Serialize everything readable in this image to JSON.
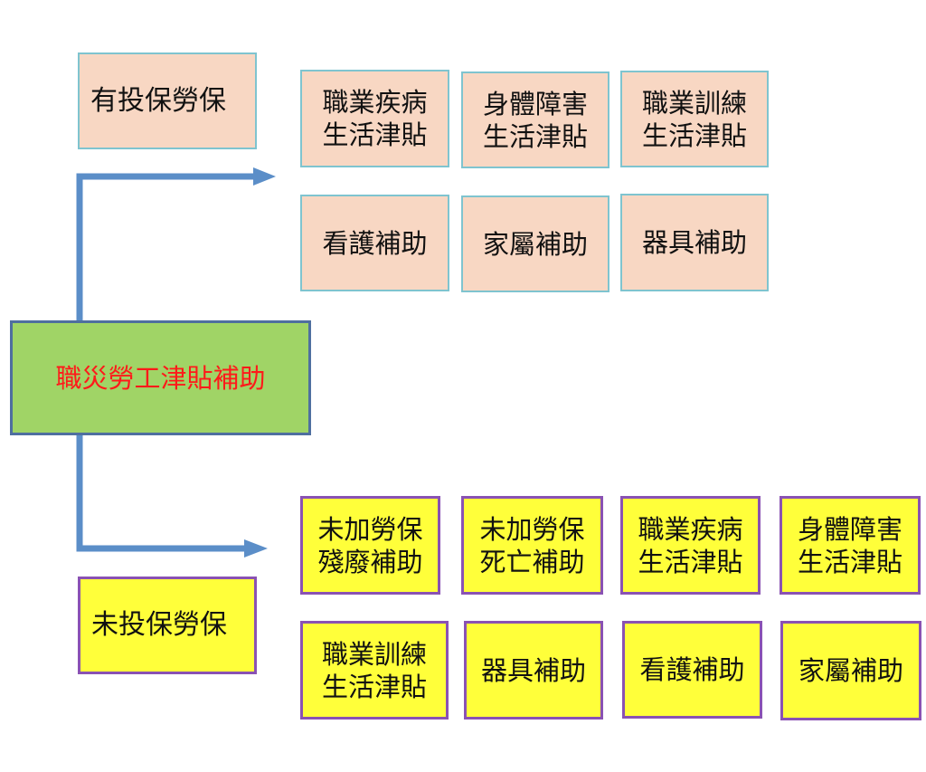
{
  "center": {
    "label": "職災勞工津貼補助"
  },
  "insured": {
    "label": "有投保勞保",
    "items": [
      {
        "line1": "職業疾病",
        "line2": "生活津貼"
      },
      {
        "line1": "身體障害",
        "line2": "生活津貼"
      },
      {
        "line1": "職業訓練",
        "line2": "生活津貼"
      },
      {
        "line1": "看護補助",
        "line2": ""
      },
      {
        "line1": "家屬補助",
        "line2": ""
      },
      {
        "line1": "器具補助",
        "line2": ""
      }
    ]
  },
  "uninsured": {
    "label": "未投保勞保",
    "items": [
      {
        "line1": "未加勞保",
        "line2": "殘廢補助"
      },
      {
        "line1": "未加勞保",
        "line2": "死亡補助"
      },
      {
        "line1": "職業疾病",
        "line2": "生活津貼"
      },
      {
        "line1": "身體障害",
        "line2": "生活津貼"
      },
      {
        "line1": "職業訓練",
        "line2": "生活津貼"
      },
      {
        "line1": "器具補助",
        "line2": ""
      },
      {
        "line1": "看護補助",
        "line2": ""
      },
      {
        "line1": "家屬補助",
        "line2": ""
      }
    ]
  },
  "colors": {
    "insured_fill": "#f8d7c3",
    "insured_border": "#7fc4cf",
    "uninsured_fill": "#ffff3a",
    "uninsured_border": "#8a52b3",
    "center_fill": "#a0d466",
    "center_text": "#ff1a1a",
    "arrow": "#5b8ec8"
  }
}
